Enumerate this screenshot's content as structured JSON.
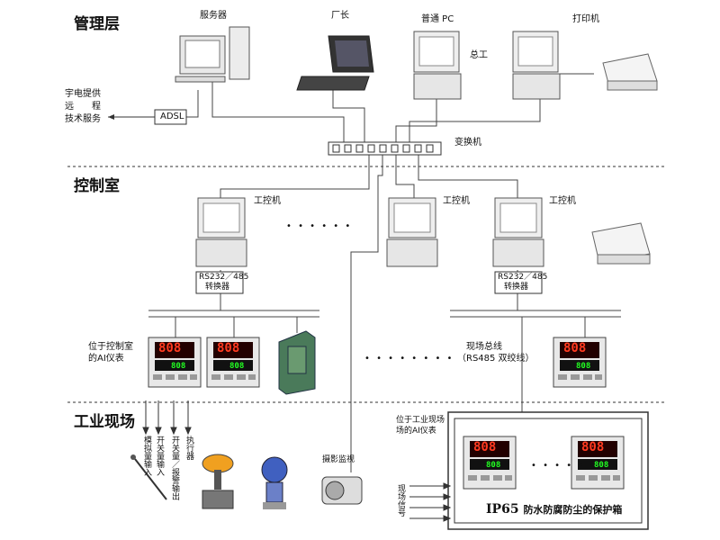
{
  "zones": {
    "management": "管理层",
    "control": "控制室",
    "field": "工业现场"
  },
  "devices": {
    "server": "服务器",
    "factory_manager": "厂长",
    "ordinary_pc": "普通 PC",
    "chief_engineer": "总工",
    "printer": "打印机",
    "switch": "变换机",
    "adsl": "ADSL",
    "remote_service": [
      "宇电提供",
      "远　　程",
      "技术服务"
    ],
    "ipc1": "工控机",
    "ipc2": "工控机",
    "ipc3": "工控机",
    "converter1": [
      "RS232／485",
      "转换器"
    ],
    "converter2": [
      "RS232／485",
      "转换器"
    ],
    "ellipsis1": "• • • • • •",
    "ellipsis2": "• • • • • • • •",
    "ai_in_control": [
      "位于控制室",
      "的AI仪表"
    ],
    "field_bus": [
      "现场总线",
      "（RS485 双绞线）"
    ],
    "ai_in_field": [
      "位于工业现场",
      "场的AI仪表"
    ],
    "camera": "摄影监视",
    "signals": [
      "模拟量输入",
      "开关量输入",
      "开关量／报警输出",
      "执行器"
    ],
    "field_signal": "现场信号",
    "box_title_ip": "IP65",
    "box_title_text": "防水防腐防尘的保护箱",
    "meter_display": "808",
    "meter_sub": "808"
  }
}
